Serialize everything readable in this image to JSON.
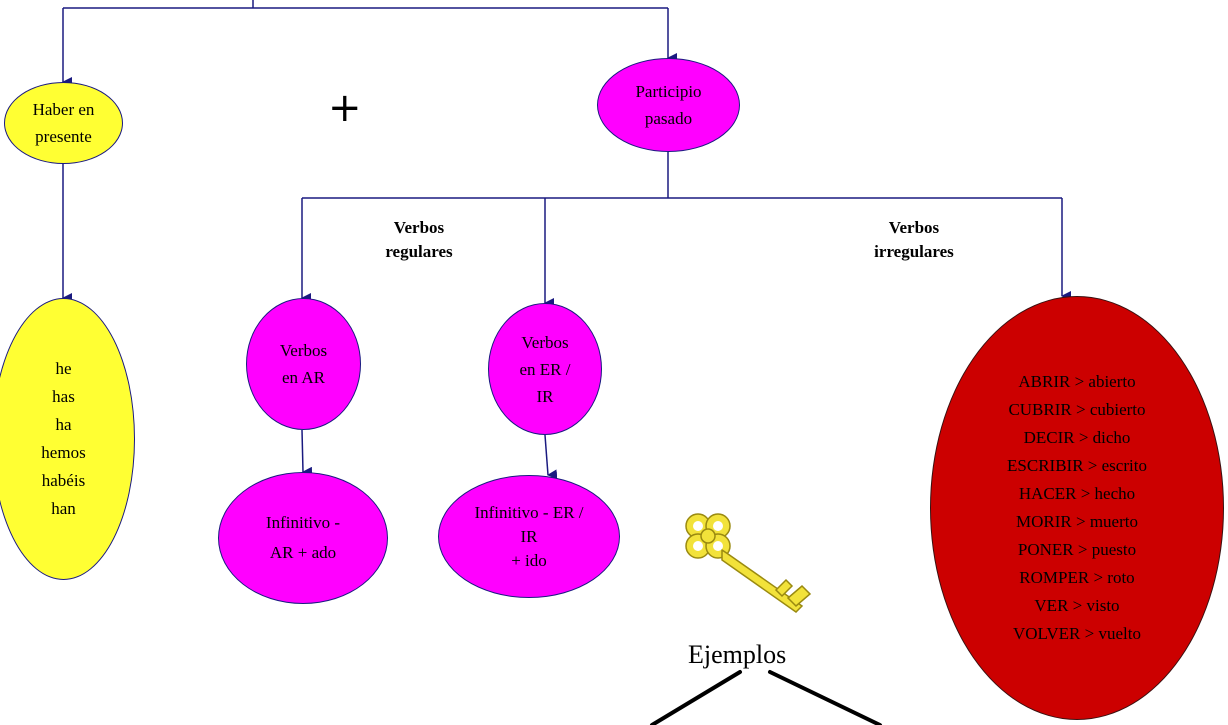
{
  "colors": {
    "yellow": "#ffff33",
    "magenta": "#ff00ff",
    "red": "#cc0000",
    "connector": "#1a1a80"
  },
  "nodes": {
    "haber": "Haber en\npresente",
    "haber_forms": "he\nhas\nha\nhemos\nhabéis\nhan",
    "participio": "Participio\npasado",
    "verbos_ar": "Verbos\nen AR",
    "verbos_er_ir": "Verbos\nen ER /\nIR",
    "rule_ar": "Infinitivo -\nAR + ado",
    "rule_er_ir": "Infinitivo - ER /\nIR\n+ ido",
    "irregular_list": "ABRIR > abierto\nCUBRIR > cubierto\nDECIR > dicho\nESCRIBIR > escrito\nHACER > hecho\nMORIR > muerto\nPONER > puesto\nROMPER > roto\nVER > visto\nVOLVER > vuelto"
  },
  "labels": {
    "plus": "+",
    "verbos_regulares": "Verbos\nregulares",
    "verbos_irregulares": "Verbos\nirregulares",
    "ejemplos": "Ejemplos"
  },
  "icons": {
    "key": "key-icon"
  }
}
